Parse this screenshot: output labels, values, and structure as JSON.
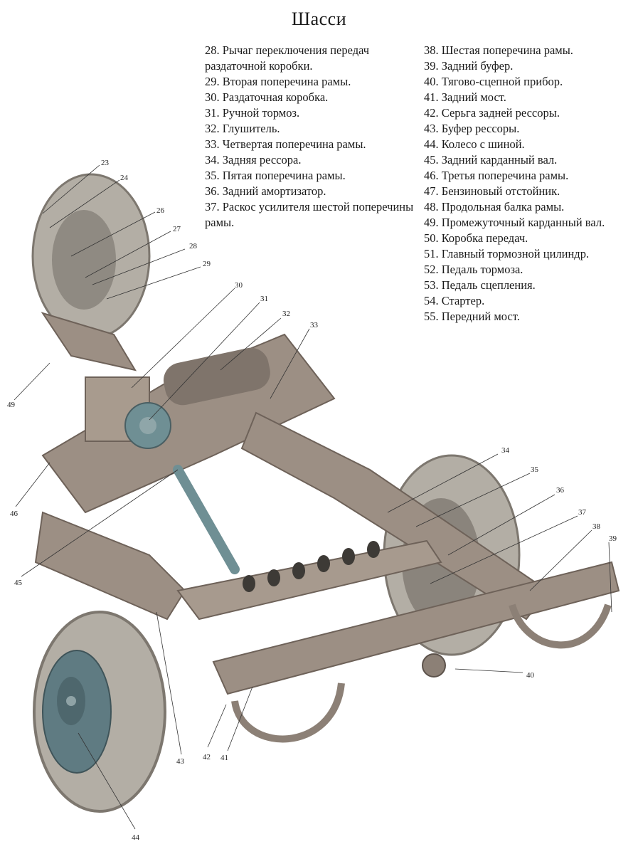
{
  "title": "Шасси",
  "legend_left": [
    "28. Рычаг  переключения передач раздаточной коробки.",
    "29. Вторая поперечина рамы.",
    "30. Раздаточная  коробка.",
    "31. Ручной тормоз.",
    "32. Глушитель.",
    "33. Четвертая поперечина рамы.",
    "34. Задняя  рессора.",
    "35. Пятая поперечина рамы.",
    "36. Задний  амортизатор.",
    "37. Раскос усилителя шестой поперечины рамы."
  ],
  "legend_right": [
    "38. Шестая поперечина рамы.",
    "39. Задний буфер.",
    "40. Тягово-сцепной прибор.",
    "41. Задний мост.",
    "42. Серьга задней рессоры.",
    "43. Буфер рессоры.",
    "44. Колесо с шиной.",
    "45. Задний карданный вал.",
    "46. Третья поперечина рамы.",
    "47. Бензиновый отстойник.",
    "48. Продольная балка рамы.",
    "49. Промежуточный карданный вал.",
    "50. Коробка передач.",
    "51. Главный тормозной цилиндр.",
    "52. Педаль тормоза.",
    "53. Педаль сцепления.",
    "54. Стартер.",
    "55. Передний мост."
  ],
  "callouts": [
    "23",
    "24",
    "26",
    "27",
    "28",
    "29",
    "30",
    "31",
    "32",
    "33",
    "34",
    "35",
    "36",
    "37",
    "38",
    "39",
    "40",
    "41",
    "42",
    "43",
    "44",
    "45",
    "46",
    "49"
  ],
  "colors": {
    "frame": "#9c8f84",
    "frame_shadow": "#6e6259",
    "tire": "#b3aea5",
    "tire_dark": "#7d776f",
    "hub": "#5f7b82",
    "shaft": "#6f8f94"
  }
}
